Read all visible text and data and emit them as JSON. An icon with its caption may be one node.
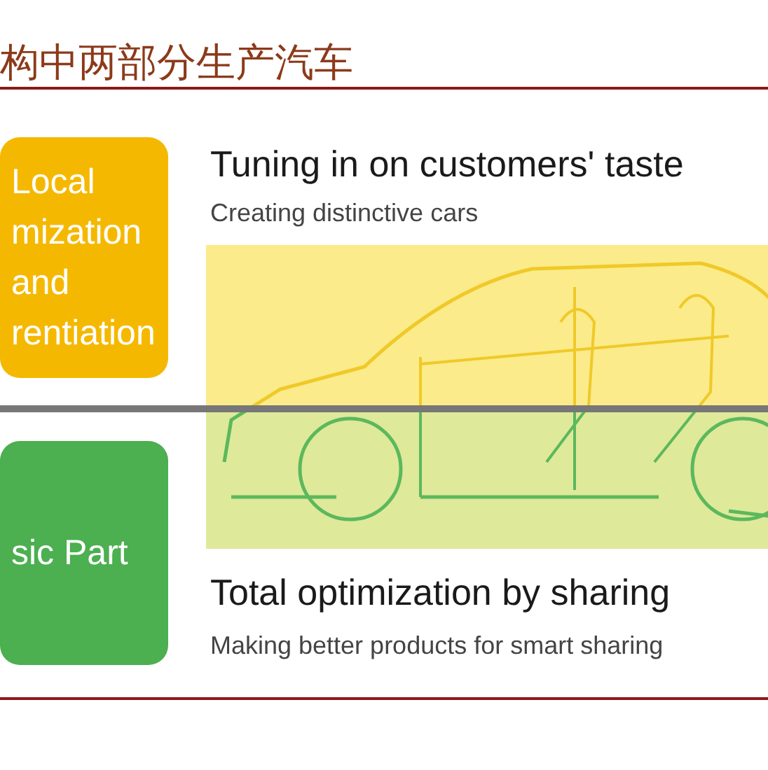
{
  "diagram": {
    "title": "构中两部分生产汽车",
    "nodes": [
      {
        "text": [
          "Local mization and rentiation"
        ]
      },
      {
        "text": [
          "sic Part"
        ]
      }
    ],
    "edges": [],
    "labels": [
      "Tuning in on customers' taste",
      "Creating distinctive cars",
      "Total optimization by sharing",
      "Making better products for smart sharing"
    ]
  }
}
